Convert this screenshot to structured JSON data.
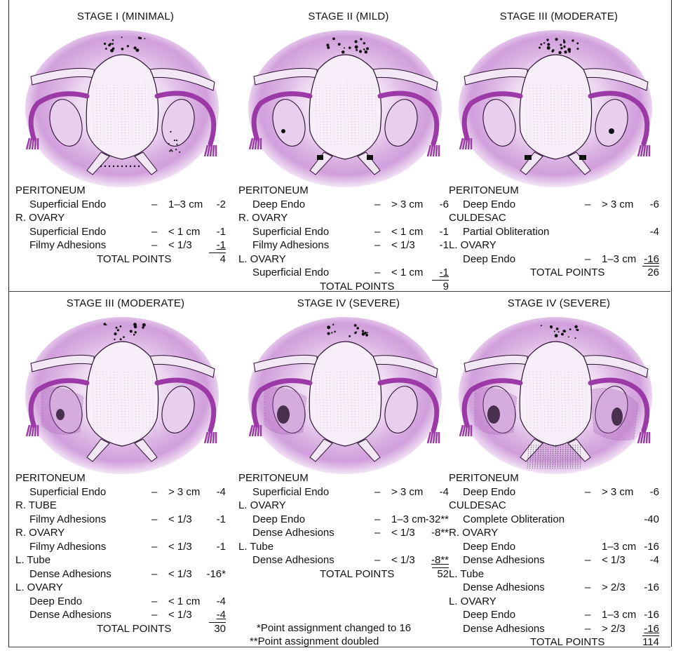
{
  "panels": [
    {
      "title": "STAGE I (MINIMAL)",
      "rows": [
        {
          "kind": "section",
          "label": "PERITONEUM"
        },
        {
          "kind": "item",
          "label": "Superficial Endo",
          "dash": "–",
          "size": "1–3 cm",
          "points": "-2"
        },
        {
          "kind": "section",
          "label": "R. OVARY"
        },
        {
          "kind": "item",
          "label": "Superficial Endo",
          "dash": "–",
          "size": "< 1 cm",
          "points": "-1"
        },
        {
          "kind": "item",
          "label": "Filmy Adhesions",
          "dash": "–",
          "size": "< 1/3",
          "points": "-1",
          "underline": true
        },
        {
          "kind": "total",
          "label": "TOTAL POINTS",
          "points": "4"
        }
      ]
    },
    {
      "title": "STAGE II (MILD)",
      "rows": [
        {
          "kind": "section",
          "label": "PERITONEUM"
        },
        {
          "kind": "item",
          "label": "Deep Endo",
          "dash": "–",
          "size": "> 3 cm",
          "points": "-6"
        },
        {
          "kind": "section",
          "label": "R. OVARY"
        },
        {
          "kind": "item",
          "label": "Superficial Endo",
          "dash": "–",
          "size": "< 1 cm",
          "points": "-1"
        },
        {
          "kind": "item",
          "label": "Filmy Adhesions",
          "dash": "–",
          "size": "< 1/3",
          "points": "-1"
        },
        {
          "kind": "section",
          "label": "L. OVARY"
        },
        {
          "kind": "item",
          "label": "Superficial Endo",
          "dash": "–",
          "size": "< 1 cm",
          "points": "-1",
          "underline": true
        },
        {
          "kind": "total",
          "label": "TOTAL POINTS",
          "points": "9"
        }
      ]
    },
    {
      "title": "STAGE III (MODERATE)",
      "rows": [
        {
          "kind": "section",
          "label": "PERITONEUM"
        },
        {
          "kind": "item",
          "label": "Deep Endo",
          "dash": "–",
          "size": "> 3 cm",
          "points": "-6"
        },
        {
          "kind": "section",
          "label": "CULDESAC"
        },
        {
          "kind": "item",
          "label": "Partial Obliteration",
          "dash": "",
          "size": "",
          "points": "-4"
        },
        {
          "kind": "section",
          "label": "L. OVARY"
        },
        {
          "kind": "item",
          "label": "Deep Endo",
          "dash": "–",
          "size": "1–3 cm",
          "points": "-16",
          "underline": true
        },
        {
          "kind": "total",
          "label": "TOTAL POINTS",
          "points": "26"
        }
      ]
    },
    {
      "title": "STAGE III (MODERATE)",
      "rows": [
        {
          "kind": "section",
          "label": "PERITONEUM"
        },
        {
          "kind": "item",
          "label": "Superficial Endo",
          "dash": "–",
          "size": "> 3 cm",
          "points": "-4"
        },
        {
          "kind": "section",
          "label": "R. TUBE"
        },
        {
          "kind": "item",
          "label": "Filmy Adhesions",
          "dash": "–",
          "size": "< 1/3",
          "points": "-1"
        },
        {
          "kind": "section",
          "label": "R. OVARY"
        },
        {
          "kind": "item",
          "label": "Filmy Adhesions",
          "dash": "–",
          "size": "< 1/3",
          "points": "-1"
        },
        {
          "kind": "section",
          "label": "L. Tube"
        },
        {
          "kind": "item",
          "label": "Dense Adhesions",
          "dash": "–",
          "size": "< 1/3",
          "points": "-16*"
        },
        {
          "kind": "section",
          "label": "L. OVARY"
        },
        {
          "kind": "item",
          "label": "Deep Endo",
          "dash": "–",
          "size": "< 1 cm",
          "points": "-4"
        },
        {
          "kind": "item",
          "label": "Dense Adhesions",
          "dash": "–",
          "size": "< 1/3",
          "points": "-4",
          "underline": true
        },
        {
          "kind": "total",
          "label": "TOTAL POINTS",
          "points": "30"
        }
      ]
    },
    {
      "title": "STAGE IV (SEVERE)",
      "rows": [
        {
          "kind": "section",
          "label": "PERITONEUM"
        },
        {
          "kind": "item",
          "label": "Superficial Endo",
          "dash": "–",
          "size": "> 3 cm",
          "points": "-4"
        },
        {
          "kind": "section",
          "label": "L. OVARY"
        },
        {
          "kind": "item",
          "label": "Deep Endo",
          "dash": "–",
          "size": "1–3 cm",
          "points": "-32**"
        },
        {
          "kind": "item",
          "label": "Dense Adhesions",
          "dash": "–",
          "size": "< 1/3",
          "points": "-8**"
        },
        {
          "kind": "section",
          "label": "L. Tube"
        },
        {
          "kind": "item",
          "label": "Dense Adhesions",
          "dash": "–",
          "size": "< 1/3",
          "points": "-8**",
          "underline": true
        },
        {
          "kind": "total",
          "label": "TOTAL POINTS",
          "points": "52"
        }
      ]
    },
    {
      "title": "STAGE IV (SEVERE)",
      "rows": [
        {
          "kind": "section",
          "label": "PERITONEUM"
        },
        {
          "kind": "item",
          "label": "Deep Endo",
          "dash": "–",
          "size": "> 3 cm",
          "points": "-6"
        },
        {
          "kind": "section",
          "label": "CULDESAC"
        },
        {
          "kind": "item",
          "label": "Complete Obliteration",
          "dash": "",
          "size": "",
          "points": "-40"
        },
        {
          "kind": "section",
          "label": "R. OVARY"
        },
        {
          "kind": "item",
          "label": "Deep Endo",
          "dash": "",
          "size": "1–3 cm",
          "points": "-16"
        },
        {
          "kind": "item",
          "label": "Dense Adhesions",
          "dash": "–",
          "size": "< 1/3",
          "points": "-4"
        },
        {
          "kind": "section",
          "label": "L. Tube"
        },
        {
          "kind": "item",
          "label": "Dense Adhesions",
          "dash": "–",
          "size": "> 2/3",
          "points": "-16"
        },
        {
          "kind": "section",
          "label": "L. OVARY"
        },
        {
          "kind": "item",
          "label": "Deep Endo",
          "dash": "–",
          "size": "1–3 cm",
          "points": "-16"
        },
        {
          "kind": "item",
          "label": "Dense Adhesions",
          "dash": "–",
          "size": "> 2/3",
          "points": "-16",
          "underline": true
        },
        {
          "kind": "total",
          "label": "TOTAL POINTS",
          "points": "114"
        }
      ]
    }
  ],
  "footnotes": {
    "single": "*Point assignment changed to 16",
    "double": "**Point assignment doubled"
  },
  "colors": {
    "glow": "#c27fd0",
    "tissue": "#9b3aa6",
    "outline": "#2a1030",
    "lesion": "#111111"
  }
}
